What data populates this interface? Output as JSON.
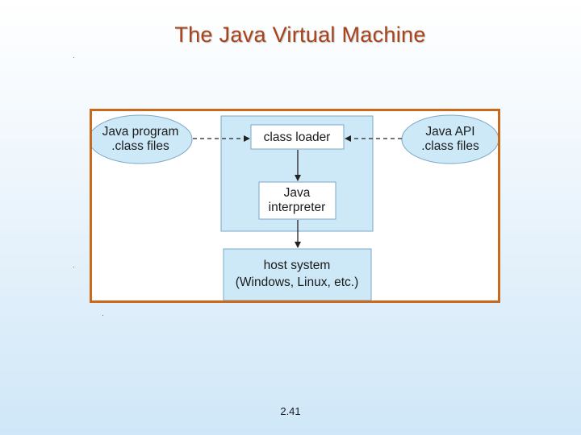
{
  "slide": {
    "title": "The Java Virtual Machine",
    "page_number": "2.41"
  },
  "diagram": {
    "java_program": {
      "line1": "Java program",
      "line2": ".class files"
    },
    "java_api": {
      "line1": "Java API",
      "line2": ".class files"
    },
    "class_loader": {
      "label": "class loader"
    },
    "java_interpreter": {
      "line1": "Java",
      "line2": "interpreter"
    },
    "host_system": {
      "line1": "host system",
      "line2": "(Windows, Linux, etc.)"
    }
  },
  "colors": {
    "title": "#a8431b",
    "frame_border": "#c8691c",
    "box_fill": "#cde9f8",
    "box_stroke": "#7aa7c7",
    "inner_box_fill": "#ffffff"
  }
}
